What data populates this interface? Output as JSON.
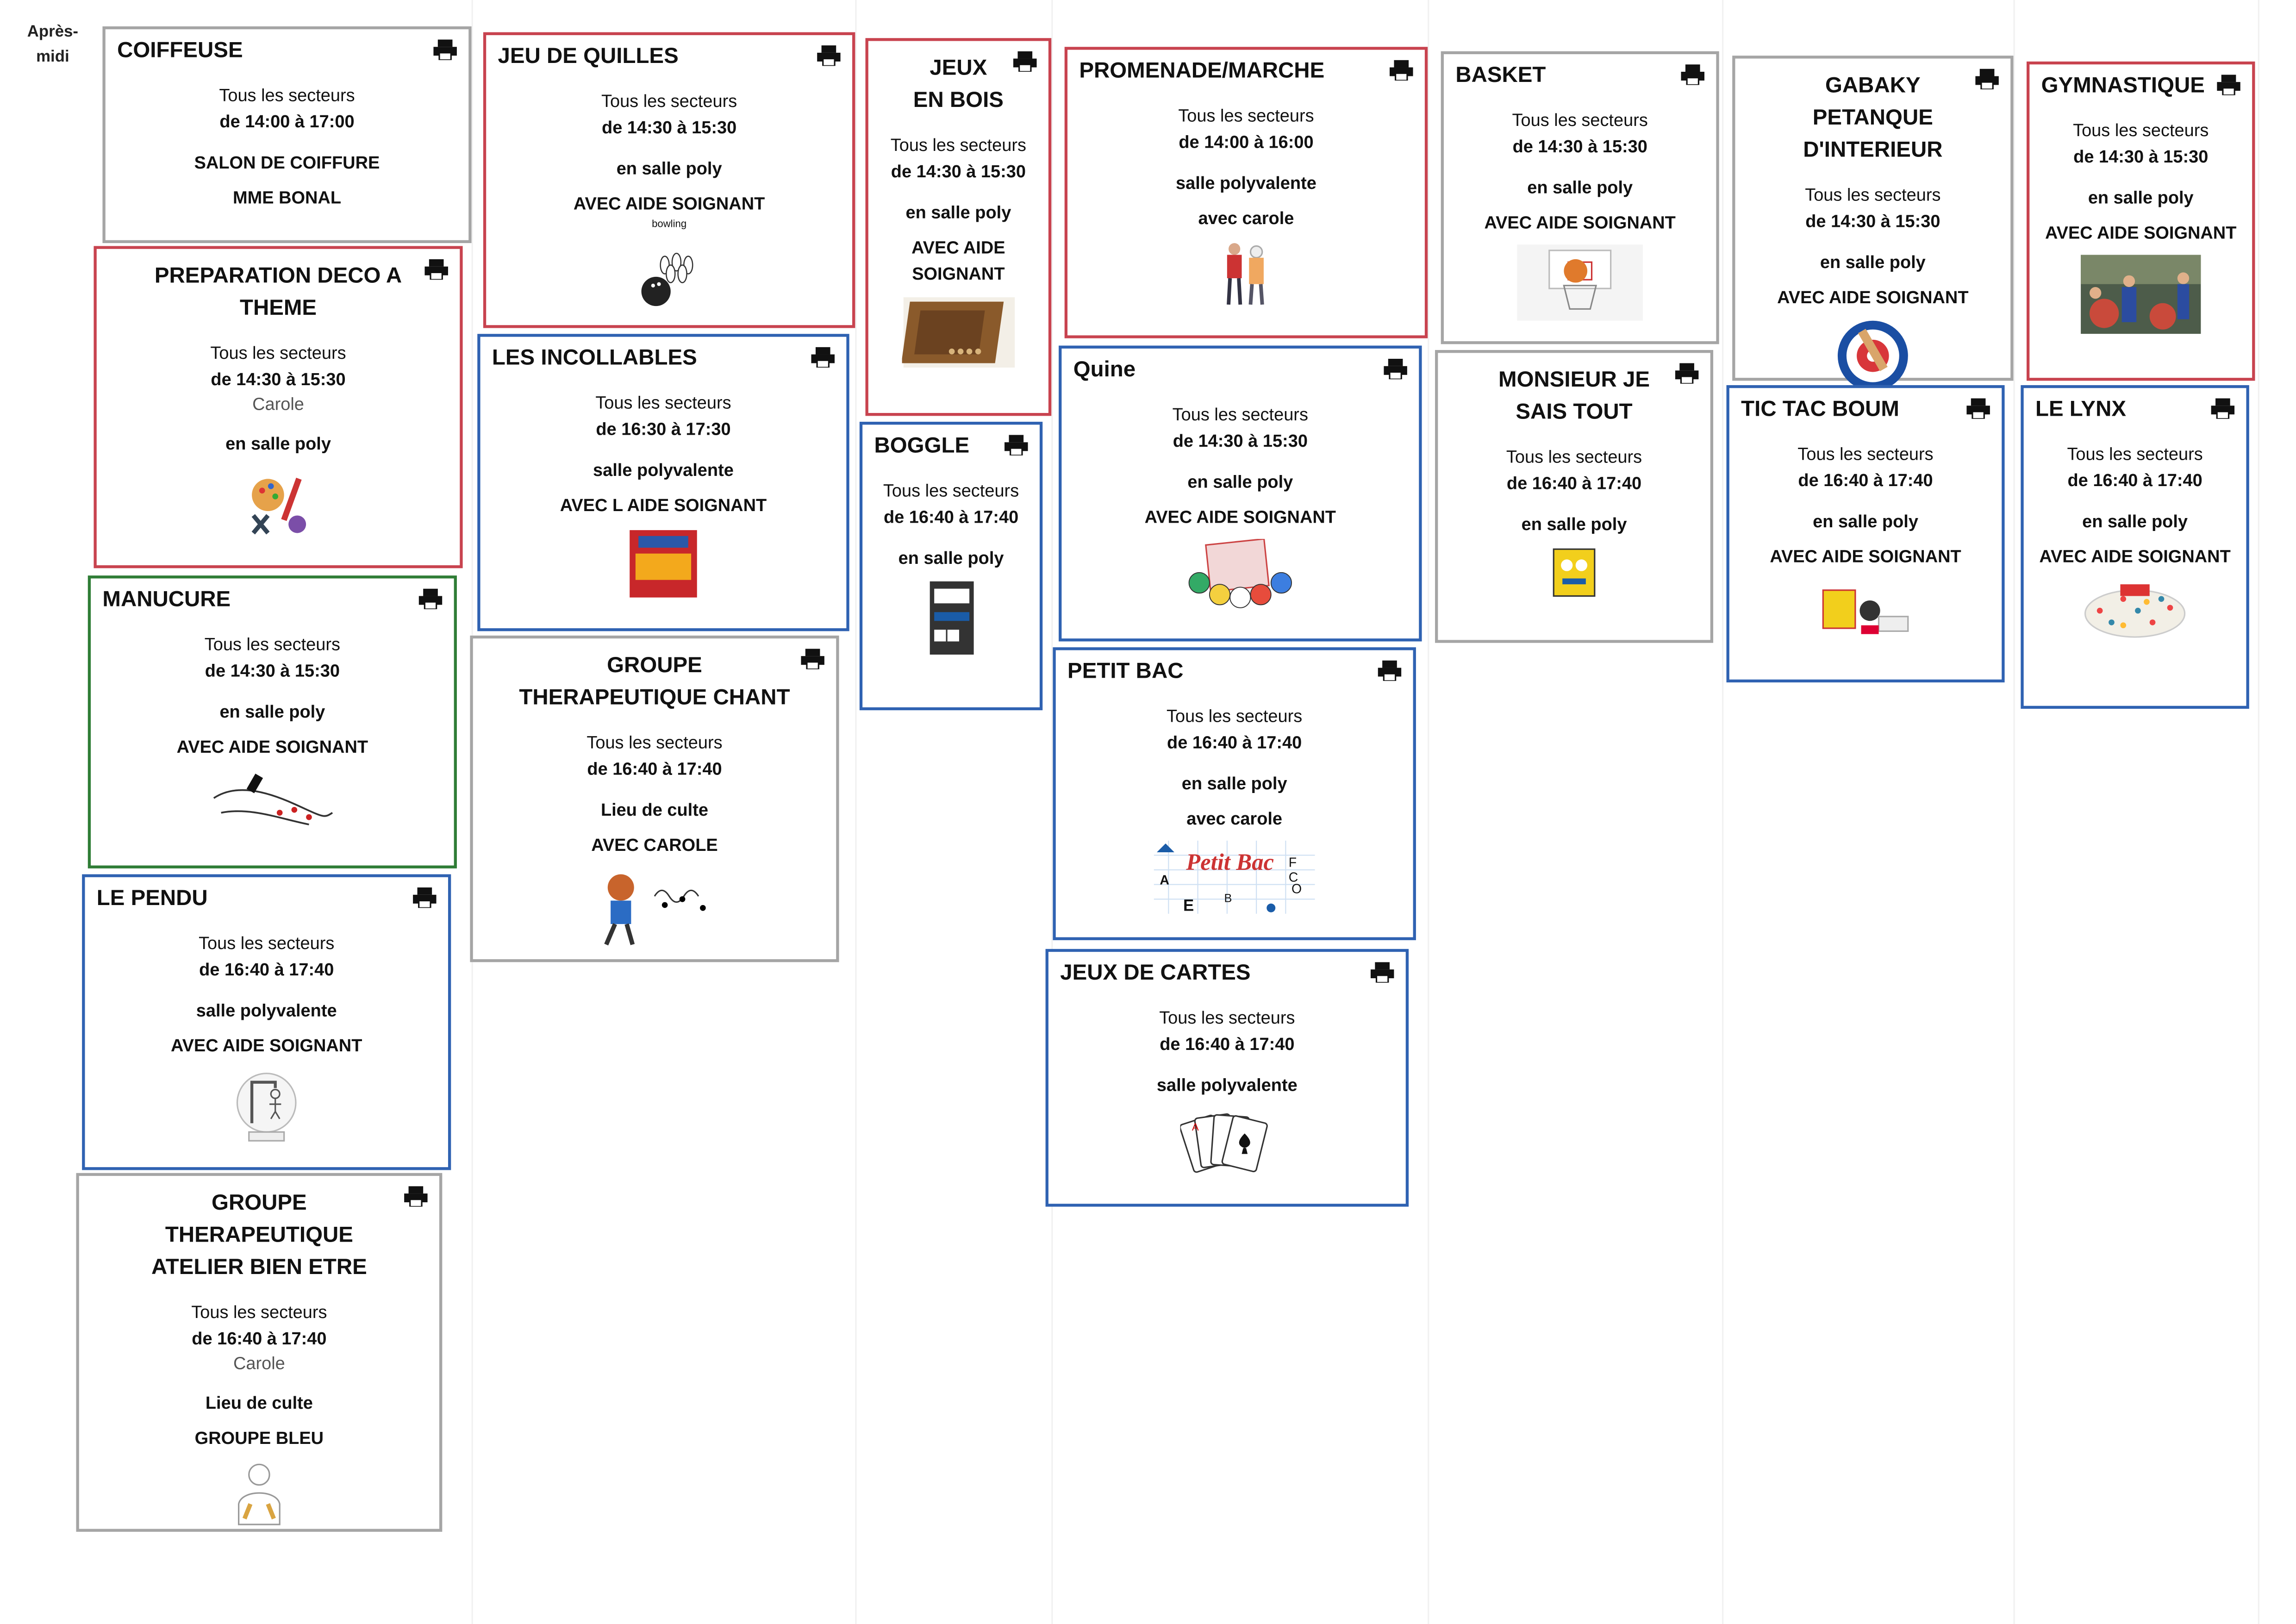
{
  "side_label": "Après-midi",
  "cards": [
    {
      "title": "COIFFEUSE",
      "secteurs": "Tous les secteurs",
      "time": "de 14:00 à 17:00",
      "who": "",
      "place": "SALON DE COIFFURE",
      "extra": "MME BONAL",
      "icon": "scissors-icon"
    },
    {
      "title": "PREPARATION DECO A THEME",
      "secteurs": "Tous les secteurs",
      "time": "de 14:30 à 15:30",
      "who": "Carole",
      "place": "en salle poly",
      "extra": "",
      "icon": "craft-supplies-icon"
    },
    {
      "title": "MANUCURE",
      "secteurs": "Tous les secteurs",
      "time": "de 14:30 à 15:30",
      "who": "",
      "place": "en salle poly",
      "extra": "AVEC AIDE SOIGNANT",
      "icon": "nail-polish-icon"
    },
    {
      "title": "LE PENDU",
      "secteurs": "Tous les secteurs",
      "time": "de 16:40 à 17:40",
      "who": "",
      "place": "salle polyvalente",
      "extra": "AVEC AIDE SOIGNANT",
      "icon": "hangman-icon"
    },
    {
      "title": "GROUPE THERAPEUTIQUE ATELIER BIEN ETRE",
      "secteurs": "Tous les secteurs",
      "time": "de 16:40 à 17:40",
      "who": "Carole",
      "place": "Lieu de culte",
      "extra": "GROUPE BLEU",
      "icon": "massage-icon"
    },
    {
      "title": "JEU DE QUILLES",
      "secteurs": "Tous les secteurs",
      "time": "de 14:30 à 15:30",
      "who": "",
      "place": "en salle poly",
      "extra": "AVEC AIDE SOIGNANT",
      "icon": "bowling-icon",
      "icon_caption": "bowling"
    },
    {
      "title": "LES INCOLLABLES",
      "secteurs": "Tous les secteurs",
      "time": "de 16:30 à 17:30",
      "who": "",
      "place": "salle polyvalente",
      "extra": "AVEC L AIDE SOIGNANT",
      "icon": "quiz-game-box-icon"
    },
    {
      "title": "GROUPE THERAPEUTIQUE CHANT",
      "secteurs": "Tous les secteurs",
      "time": "de 16:40 à 17:40",
      "who": "",
      "place": "Lieu de culte",
      "extra": "AVEC CAROLE",
      "icon": "singing-child-icon"
    },
    {
      "title": "JEUX EN BOIS",
      "secteurs": "Tous les secteurs",
      "time": "de 14:30 à 15:30",
      "who": "",
      "place": "en salle poly",
      "extra": "AVEC AIDE SOIGNANT",
      "icon": "wooden-game-icon"
    },
    {
      "title": "BOGGLE",
      "secteurs": "Tous les secteurs",
      "time": "de 16:40 à 17:40",
      "who": "",
      "place": "en salle poly",
      "extra": "",
      "icon": "boggle-box-icon"
    },
    {
      "title": "PROMENADE/MARCHE",
      "secteurs": "Tous les secteurs",
      "time": "de 14:00 à 16:00",
      "who": "",
      "place": "salle polyvalente",
      "extra": "avec carole",
      "icon": "walking-people-icon"
    },
    {
      "title": "Quine",
      "secteurs": "Tous les secteurs",
      "time": "de 14:30 à 15:30",
      "who": "",
      "place": "en salle poly",
      "extra": "AVEC AIDE SOIGNANT",
      "icon": "bingo-balls-icon"
    },
    {
      "title": "PETIT BAC",
      "secteurs": "Tous les secteurs",
      "time": "de 16:40 à 17:40",
      "who": "",
      "place": "en salle poly",
      "extra": "avec carole",
      "icon": "petit-bac-icon",
      "icon_caption": "Petit Bac"
    },
    {
      "title": "JEUX DE CARTES",
      "secteurs": "Tous les secteurs",
      "time": "de 16:40 à 17:40",
      "who": "",
      "place": "salle polyvalente",
      "extra": "",
      "icon": "playing-cards-icon"
    },
    {
      "title": "BASKET",
      "secteurs": "Tous les secteurs",
      "time": "de 14:30 à 15:30",
      "who": "",
      "place": "en salle poly",
      "extra": "AVEC AIDE SOIGNANT",
      "icon": "basketball-hoop-icon"
    },
    {
      "title": "MONSIEUR JE SAIS TOUT",
      "secteurs": "Tous les secteurs",
      "time": "de 16:40 à 17:40",
      "who": "",
      "place": "en salle poly",
      "extra": "",
      "icon": "quiz-box-icon"
    },
    {
      "title": "GABAKY PETANQUE D'INTERIEUR",
      "secteurs": "Tous les secteurs",
      "time": "de 14:30 à 15:30",
      "who": "",
      "place": "en salle poly",
      "extra": "AVEC AIDE SOIGNANT",
      "icon": "target-icon"
    },
    {
      "title": "TIC TAC BOUM",
      "secteurs": "Tous les secteurs",
      "time": "de 16:40 à 17:40",
      "who": "",
      "place": "en salle poly",
      "extra": "AVEC AIDE SOIGNANT",
      "icon": "board-game-icon"
    },
    {
      "title": "GYMNASTIQUE",
      "secteurs": "Tous les secteurs",
      "time": "de 14:30 à 15:30",
      "who": "",
      "place": "en salle poly",
      "extra": "AVEC AIDE SOIGNANT",
      "icon": "gym-class-photo-icon"
    },
    {
      "title": "LE LYNX",
      "secteurs": "Tous les secteurs",
      "time": "de 16:40 à 17:40",
      "who": "",
      "place": "en salle poly",
      "extra": "AVEC AIDE SOIGNANT",
      "icon": "lynx-board-icon"
    }
  ],
  "colors": {
    "red": "#c8434f",
    "blue": "#2f62b2",
    "green": "#2f7d36",
    "grey": "#a5a5a5"
  }
}
